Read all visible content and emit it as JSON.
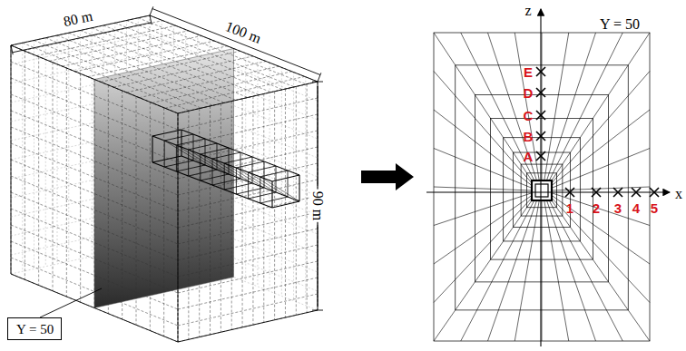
{
  "diagram": {
    "nodes": [
      {
        "text": [
          "Y = 50"
        ]
      }
    ],
    "labels": [
      "80 m",
      "100 m",
      "90 m",
      "z",
      "Y = 50",
      "x",
      "E",
      "D",
      "C",
      "B",
      "A",
      "1",
      "2",
      "3",
      "4",
      "5"
    ]
  }
}
